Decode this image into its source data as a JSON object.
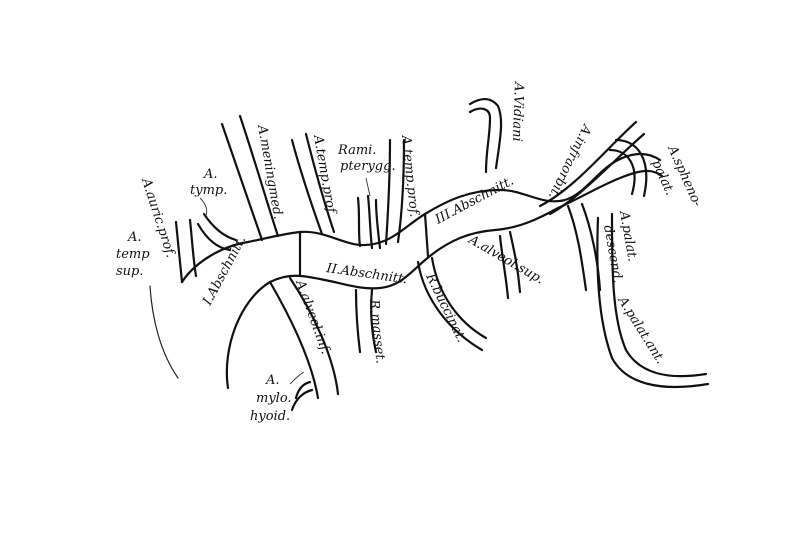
{
  "labels": {
    "a_temp_sup_line1": "A.",
    "a_temp_sup_line2": "temp",
    "a_temp_sup_line3": "sup.",
    "a_auric_prof": "A.auric.prof.",
    "a_tymp_line1": "A.",
    "a_tymp_line2": "tymp.",
    "a_mening_med": "A.meningmed.",
    "a_temp_prof_1": "A.temp.prof.",
    "rami_pteryg_line1": "Rami.",
    "rami_pteryg_line2": "pterygg.",
    "a_temp_prof_2": "A.temp.prof.",
    "a_vidiani": "A.Vidiani",
    "a_infraorbit": "A.infraorbit.",
    "a_spheno_palat_line1": "A.spheno-",
    "a_spheno_palat_line2": "palat.",
    "a_palat_descend_line1": "A.palat.",
    "a_palat_descend_line2": "descend.",
    "abschnitt_1": "I.Abschnitt.",
    "abschnitt_2": "II.Abschnitt.",
    "abschnitt_3": "III.Abschnitt.",
    "a_alveol_inf": "A.alveol.inf.",
    "r_masset": "R.masset.",
    "r_buccinat": "R.buccinat.",
    "a_alveol_sup": "A.alveol.sup.",
    "a_palat_ant": "A.palat.ant.",
    "a_mylohyoid_line1": "A.",
    "a_mylohyoid_line2": "mylo.",
    "a_mylohyoid_line3": "hyoid."
  }
}
